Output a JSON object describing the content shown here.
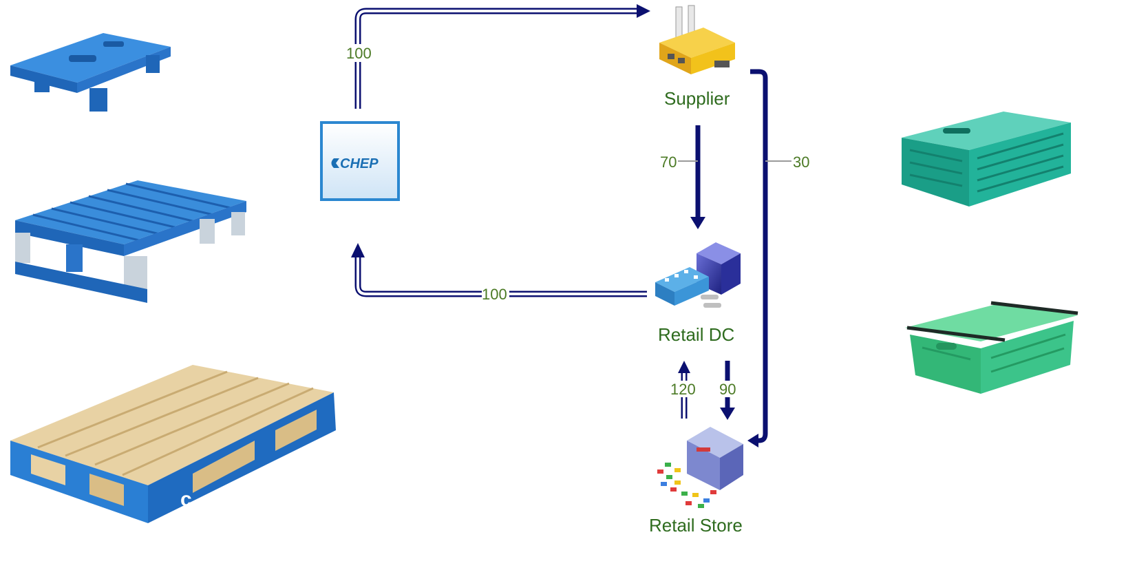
{
  "nodes": {
    "chep": {
      "logo_text": "CHEP"
    },
    "supplier": {
      "label": "Supplier"
    },
    "retail_dc": {
      "label": "Retail DC"
    },
    "retail_store": {
      "label": "Retail Store"
    }
  },
  "flows": {
    "chep_to_supplier": "100",
    "dc_to_chep": "100",
    "supplier_to_dc": "70",
    "supplier_to_store": "30",
    "store_to_dc": "120",
    "dc_to_store": "90"
  },
  "colors": {
    "arrow_dark": "#0b1070",
    "label_green": "#2e6b1e",
    "pallet_blue": "#2a7fd4",
    "pallet_wood": "#e6cfa0",
    "crate_teal": "#1fb39a",
    "crate_green": "#3cc48a",
    "factory_yellow": "#f2c21b"
  },
  "icons": [
    "plastic-pallet-icon",
    "blue-wooden-pallet-icon",
    "wooden-pallet-icon",
    "chep-logo-icon",
    "factory-icon",
    "distribution-center-icon",
    "retail-store-icon",
    "teal-crate-icon",
    "green-crate-icon"
  ]
}
